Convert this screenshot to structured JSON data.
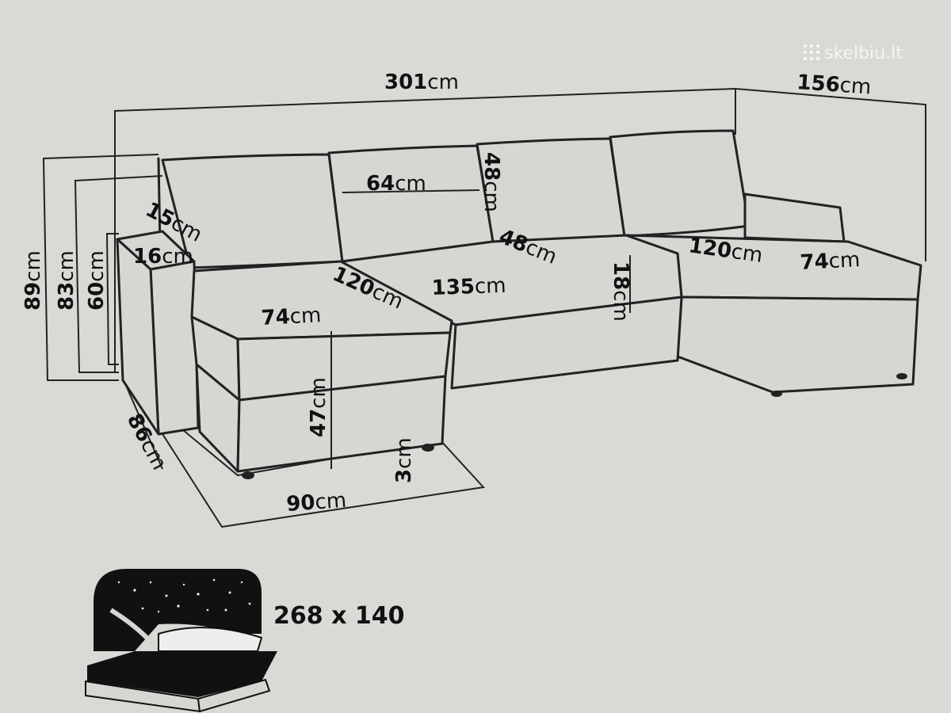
{
  "watermark": {
    "text": "skelbiu.lt",
    "icon": "dots-grid-icon"
  },
  "dimensions": {
    "total_width": {
      "num": "301",
      "unit": "cm"
    },
    "chaise_depth": {
      "num": "156",
      "unit": "cm"
    },
    "back_cushion_width": {
      "num": "64",
      "unit": "cm"
    },
    "back_cushion_height": {
      "num": "48",
      "unit": "cm"
    },
    "armrest_top": {
      "num": "15",
      "unit": "cm"
    },
    "armrest_width": {
      "num": "16",
      "unit": "cm"
    },
    "height_total": {
      "num": "89",
      "unit": "cm"
    },
    "height_back": {
      "num": "83",
      "unit": "cm"
    },
    "height_arm": {
      "num": "60",
      "unit": "cm"
    },
    "left_seat_length": {
      "num": "120",
      "unit": "cm"
    },
    "left_seat_width": {
      "num": "74",
      "unit": "cm"
    },
    "middle_seat_width": {
      "num": "135",
      "unit": "cm"
    },
    "seat_back_depth": {
      "num": "48",
      "unit": "cm"
    },
    "seat_thickness": {
      "num": "18",
      "unit": "cm"
    },
    "right_seat_length": {
      "num": "120",
      "unit": "cm"
    },
    "right_seat_width": {
      "num": "74",
      "unit": "cm"
    },
    "seat_height": {
      "num": "47",
      "unit": "cm"
    },
    "leg_height": {
      "num": "3",
      "unit": "cm"
    },
    "side_depth": {
      "num": "86",
      "unit": "cm"
    },
    "footprint_width": {
      "num": "90",
      "unit": "cm"
    }
  },
  "bed_size": {
    "text": "268 x 140",
    "icon": "sofa-bed-icon"
  }
}
